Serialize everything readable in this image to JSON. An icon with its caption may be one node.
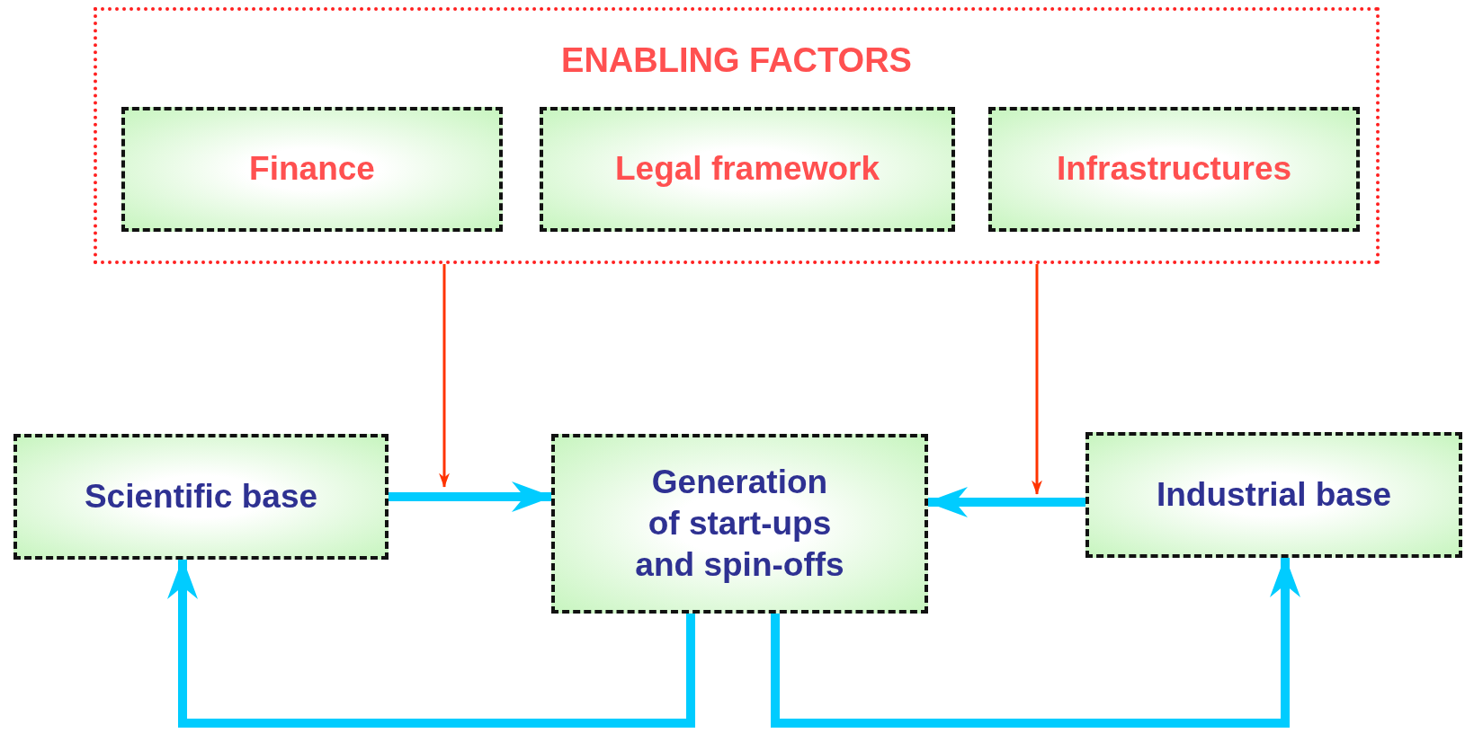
{
  "diagram": {
    "nodes": [
      {
        "text": [
          "ENABLING FACTORS"
        ]
      },
      {
        "text": [
          "Finance"
        ],
        "in": 0
      },
      {
        "text": [
          "Legal framework"
        ],
        "in": 0
      },
      {
        "text": [
          "Infrastructures"
        ],
        "in": 0
      },
      {
        "text": [
          "Scientific base"
        ]
      },
      {
        "text": [
          "Generation of start-ups and spin-offs"
        ]
      },
      {
        "text": [
          "Industrial base"
        ]
      }
    ],
    "edges": [
      {
        "from": 0,
        "to": null,
        "arrow": "to",
        "color": "#ff3300"
      },
      {
        "from": 0,
        "to": null,
        "arrow": "to",
        "color": "#ff3300"
      },
      {
        "from": 4,
        "to": 5,
        "arrow": "to"
      },
      {
        "from": 6,
        "to": 5,
        "arrow": "to"
      },
      {
        "from": 5,
        "to": 4,
        "arrow": "to"
      },
      {
        "from": 5,
        "to": 6,
        "arrow": "to"
      }
    ]
  }
}
